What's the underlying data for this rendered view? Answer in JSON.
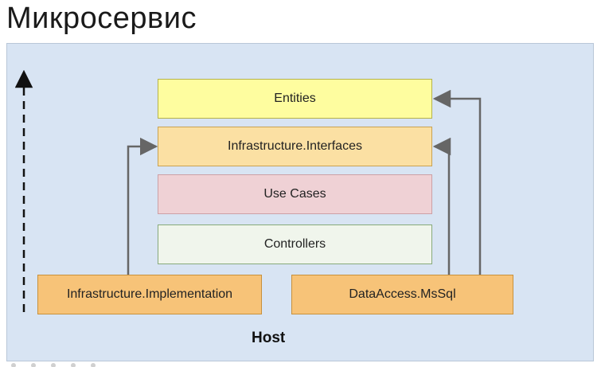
{
  "title": "Микросервис",
  "layers": {
    "entities": "Entities",
    "interfaces": "Infrastructure.Interfaces",
    "use_cases": "Use Cases",
    "controllers": "Controllers"
  },
  "implementations": {
    "infrastructure": "Infrastructure.Implementation",
    "data_access": "DataAccess.MsSql"
  },
  "host_label": "Host",
  "colors": {
    "panel": "#d8e4f3",
    "entities": "#fefd9f",
    "interfaces": "#fbe0a3",
    "use_cases": "#efd1d5",
    "controllers": "#f0f5ec",
    "implementation": "#f7c378",
    "arrow": "#666666"
  }
}
